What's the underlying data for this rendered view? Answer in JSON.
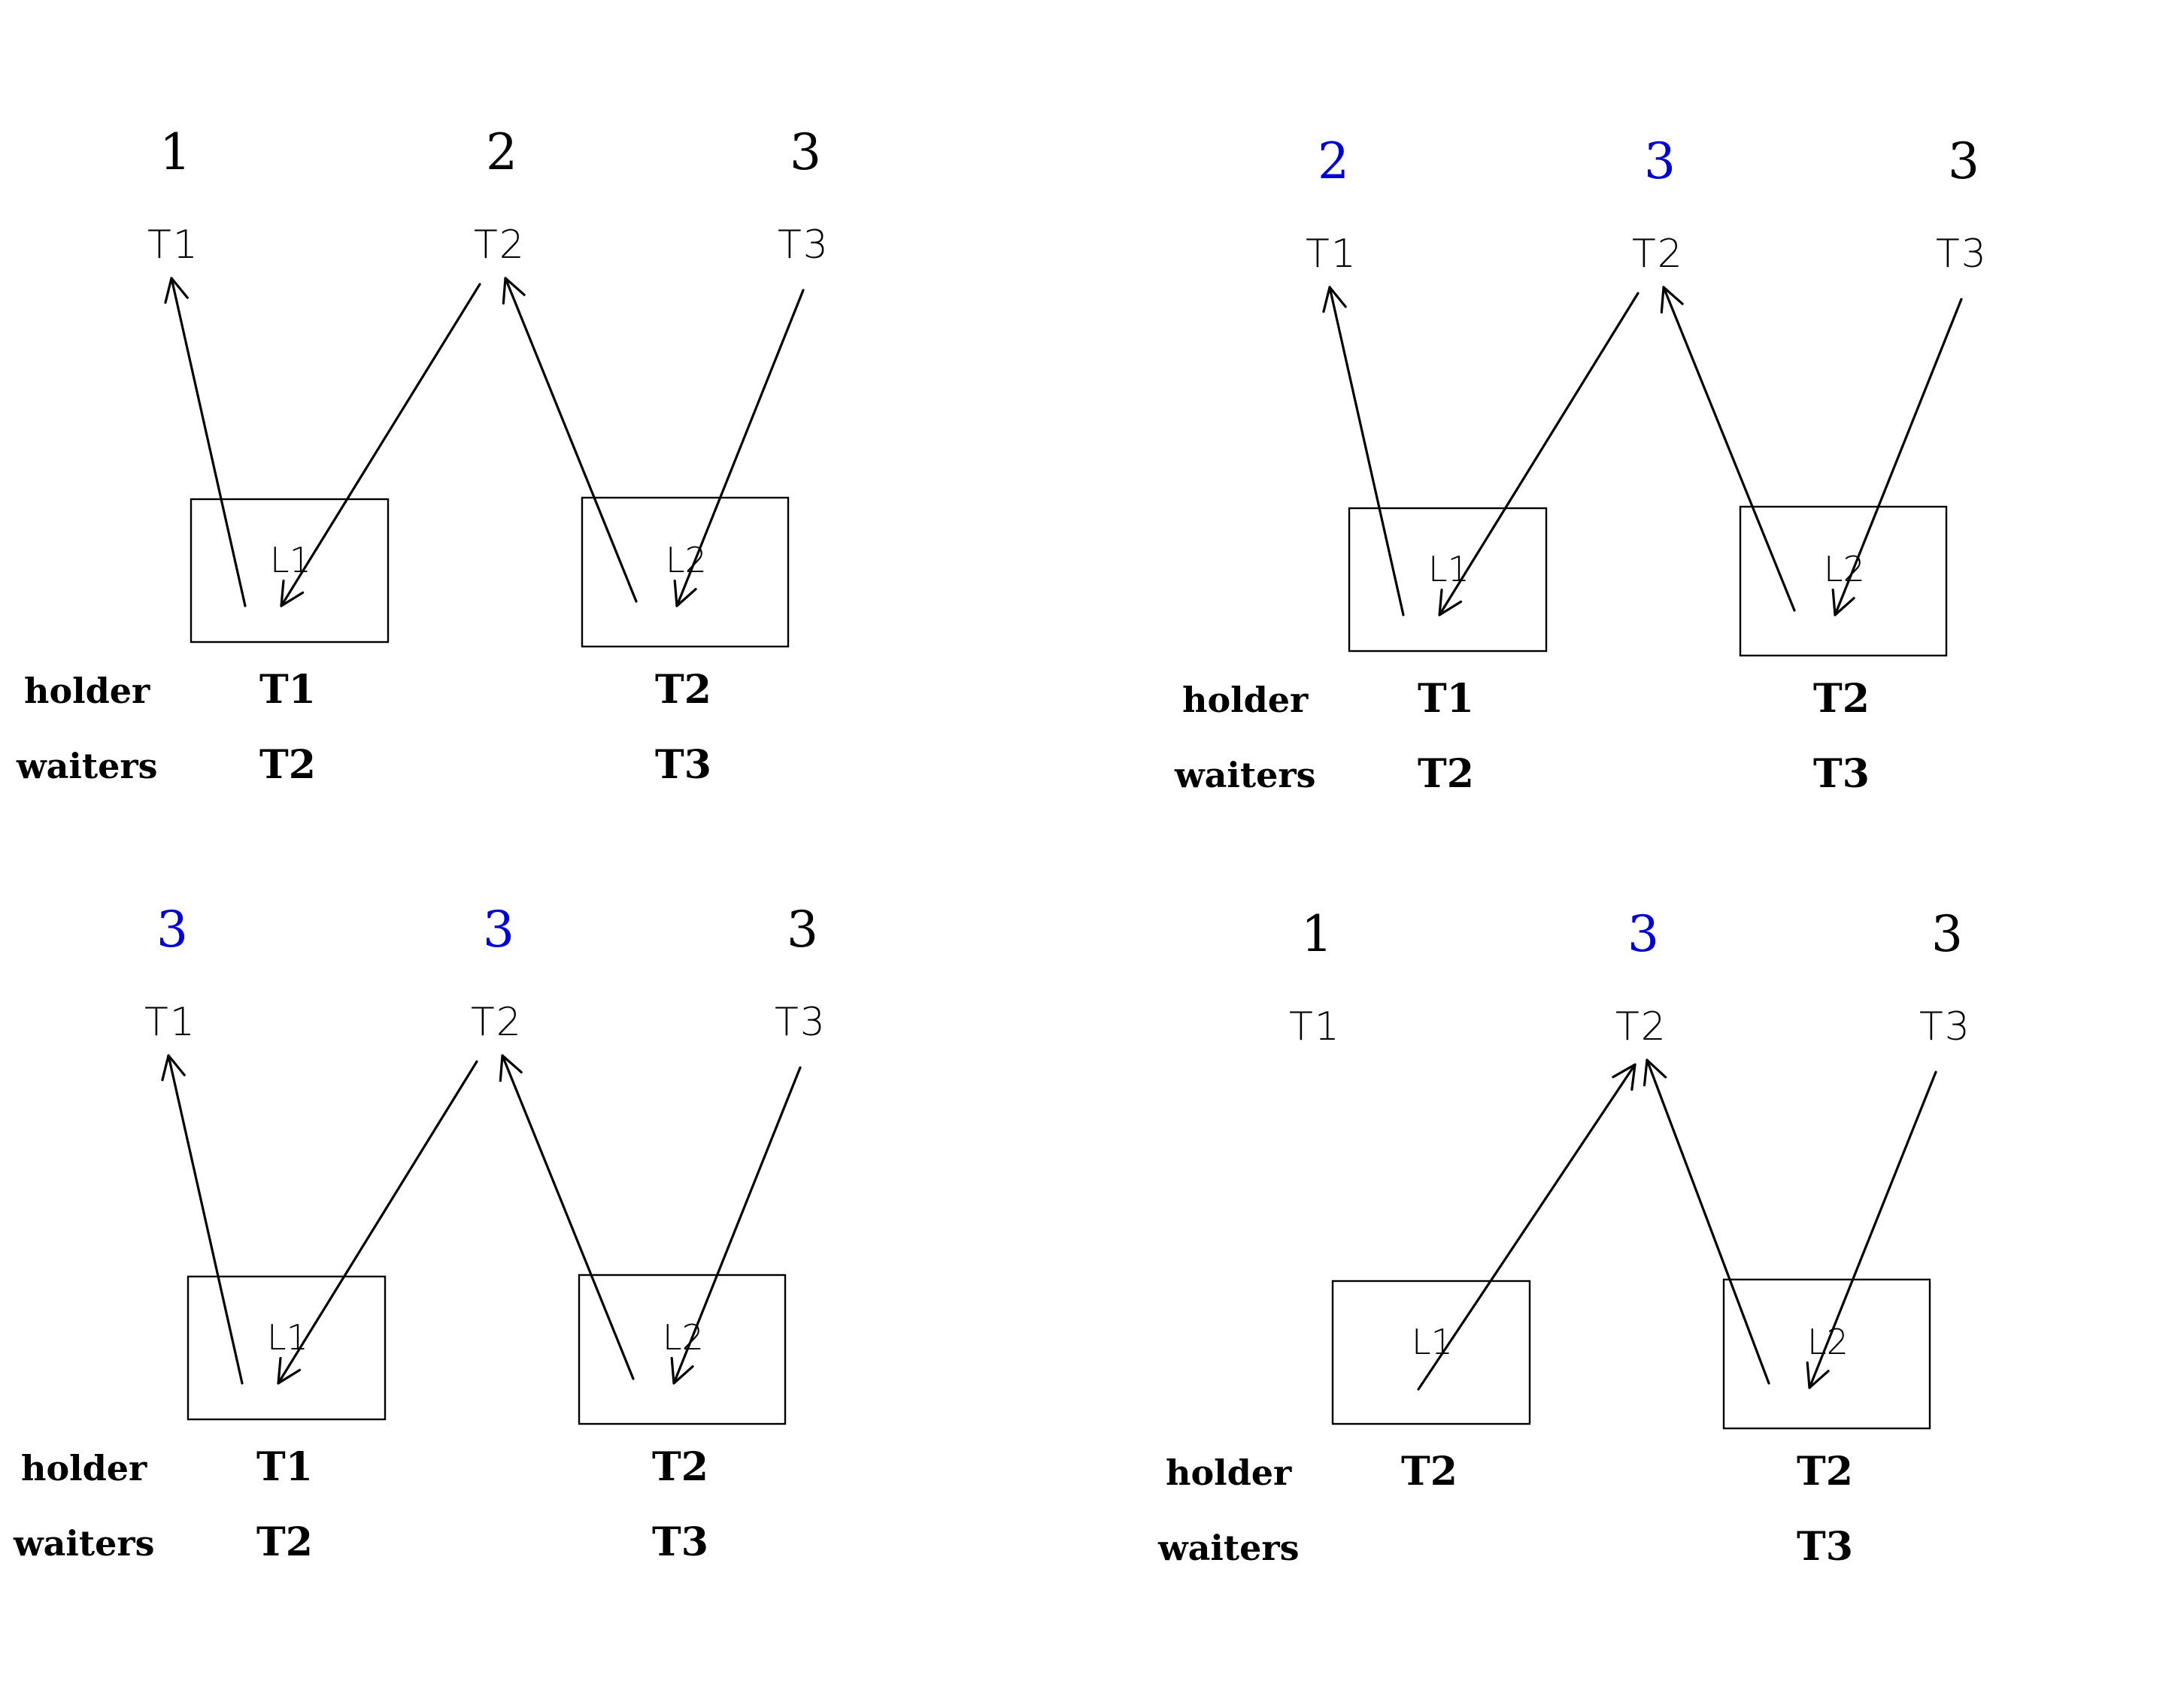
{
  "colors": {
    "ink": "#000000",
    "boosted": "#0000d0",
    "background": "#ffffff"
  },
  "row_labels": {
    "holder": "holder",
    "waiters": "waiters"
  },
  "panels": [
    {
      "threads": [
        {
          "name": "T1",
          "priority": "1",
          "priority_color": "#000000"
        },
        {
          "name": "T2",
          "priority": "2",
          "priority_color": "#000000"
        },
        {
          "name": "T3",
          "priority": "3",
          "priority_color": "#000000"
        }
      ],
      "locks": [
        {
          "name": "L1",
          "holder": "T1",
          "waiters": "T2"
        },
        {
          "name": "L2",
          "holder": "T2",
          "waiters": "T3"
        }
      ]
    },
    {
      "threads": [
        {
          "name": "T1",
          "priority": "2",
          "priority_color": "#0000d0"
        },
        {
          "name": "T2",
          "priority": "3",
          "priority_color": "#0000d0"
        },
        {
          "name": "T3",
          "priority": "3",
          "priority_color": "#000000"
        }
      ],
      "locks": [
        {
          "name": "L1",
          "holder": "T1",
          "waiters": "T2"
        },
        {
          "name": "L2",
          "holder": "T2",
          "waiters": "T3"
        }
      ]
    },
    {
      "threads": [
        {
          "name": "T1",
          "priority": "3",
          "priority_color": "#0000d0"
        },
        {
          "name": "T2",
          "priority": "3",
          "priority_color": "#0000d0"
        },
        {
          "name": "T3",
          "priority": "3",
          "priority_color": "#000000"
        }
      ],
      "locks": [
        {
          "name": "L1",
          "holder": "T1",
          "waiters": "T2"
        },
        {
          "name": "L2",
          "holder": "T2",
          "waiters": "T3"
        }
      ]
    },
    {
      "threads": [
        {
          "name": "T1",
          "priority": "1",
          "priority_color": "#000000"
        },
        {
          "name": "T2",
          "priority": "3",
          "priority_color": "#0000d0"
        },
        {
          "name": "T3",
          "priority": "3",
          "priority_color": "#000000"
        }
      ],
      "locks": [
        {
          "name": "L1",
          "holder": "T2",
          "waiters": ""
        },
        {
          "name": "L2",
          "holder": "T2",
          "waiters": "T3"
        }
      ]
    }
  ]
}
